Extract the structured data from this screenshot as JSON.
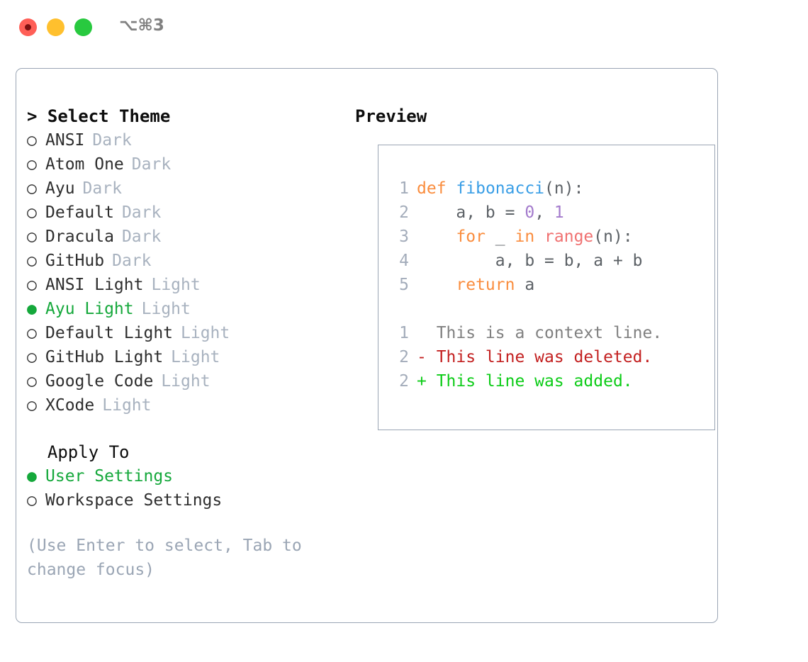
{
  "titlebar": {
    "shortcut": "⌥⌘3",
    "lights": [
      {
        "name": "close-button",
        "color": "#ff5f57"
      },
      {
        "name": "minimize-button",
        "color": "#ffc02e"
      },
      {
        "name": "maximize-button",
        "color": "#28c93f"
      }
    ]
  },
  "theme_section": {
    "heading": "> Select Theme",
    "options": [
      {
        "marker": "○",
        "label": "ANSI",
        "tag": "Dark",
        "selected": false
      },
      {
        "marker": "○",
        "label": "Atom One",
        "tag": "Dark",
        "selected": false
      },
      {
        "marker": "○",
        "label": "Ayu",
        "tag": "Dark",
        "selected": false
      },
      {
        "marker": "○",
        "label": "Default",
        "tag": "Dark",
        "selected": false
      },
      {
        "marker": "○",
        "label": "Dracula",
        "tag": "Dark",
        "selected": false
      },
      {
        "marker": "○",
        "label": "GitHub",
        "tag": "Dark",
        "selected": false
      },
      {
        "marker": "○",
        "label": "ANSI Light",
        "tag": "Light",
        "selected": false
      },
      {
        "marker": "●",
        "label": "Ayu Light",
        "tag": "Light",
        "selected": true
      },
      {
        "marker": "○",
        "label": "Default Light",
        "tag": "Light",
        "selected": false
      },
      {
        "marker": "○",
        "label": "GitHub Light",
        "tag": "Light",
        "selected": false
      },
      {
        "marker": "○",
        "label": "Google Code",
        "tag": "Light",
        "selected": false
      },
      {
        "marker": "○",
        "label": "XCode",
        "tag": "Light",
        "selected": false
      }
    ]
  },
  "apply_section": {
    "heading": "  Apply To",
    "options": [
      {
        "marker": "●",
        "label": "User Settings",
        "tag": "",
        "selected": true
      },
      {
        "marker": "○",
        "label": "Workspace Settings",
        "tag": "",
        "selected": false
      }
    ]
  },
  "hint": "(Use Enter to select, Tab to change focus)",
  "preview": {
    "heading": "Preview",
    "code_lines": [
      {
        "no": "1",
        "tokens": [
          {
            "t": "def",
            "c": "kw"
          },
          {
            "t": " ",
            "c": "pl"
          },
          {
            "t": "fibonacci",
            "c": "fn"
          },
          {
            "t": "(n):",
            "c": "pl"
          }
        ]
      },
      {
        "no": "2",
        "tokens": [
          {
            "t": "    a, b = ",
            "c": "pl"
          },
          {
            "t": "0",
            "c": "num"
          },
          {
            "t": ", ",
            "c": "pl"
          },
          {
            "t": "1",
            "c": "num"
          }
        ]
      },
      {
        "no": "3",
        "tokens": [
          {
            "t": "    ",
            "c": "pl"
          },
          {
            "t": "for",
            "c": "kw"
          },
          {
            "t": " _ ",
            "c": "pl"
          },
          {
            "t": "in",
            "c": "kw"
          },
          {
            "t": " ",
            "c": "pl"
          },
          {
            "t": "range",
            "c": "bi"
          },
          {
            "t": "(n):",
            "c": "pl"
          }
        ]
      },
      {
        "no": "4",
        "tokens": [
          {
            "t": "        a, b = b, a + b",
            "c": "pl"
          }
        ]
      },
      {
        "no": "5",
        "tokens": [
          {
            "t": "    ",
            "c": "pl"
          },
          {
            "t": "return",
            "c": "kw"
          },
          {
            "t": " a",
            "c": "pl"
          }
        ]
      }
    ],
    "diff_lines": [
      {
        "no": "1",
        "sign": "  ",
        "text": "This is a context line.",
        "kind": "dl-ctx"
      },
      {
        "no": "2",
        "sign": "- ",
        "text": "This line was deleted.",
        "kind": "dl-del"
      },
      {
        "no": "2",
        "sign": "+ ",
        "text": "This line was added.",
        "kind": "dl-add"
      }
    ]
  },
  "colors": {
    "accent_green": "#15a83b",
    "diff_add": "#0ccc17",
    "diff_del": "#c32020",
    "muted": "#a8b2bf",
    "border": "#9aa5b4",
    "syntax_keyword": "#fa8d3e",
    "syntax_function": "#399ee6",
    "syntax_number": "#a37acc",
    "syntax_builtin": "#f07171",
    "syntax_plain": "#5c6166"
  }
}
